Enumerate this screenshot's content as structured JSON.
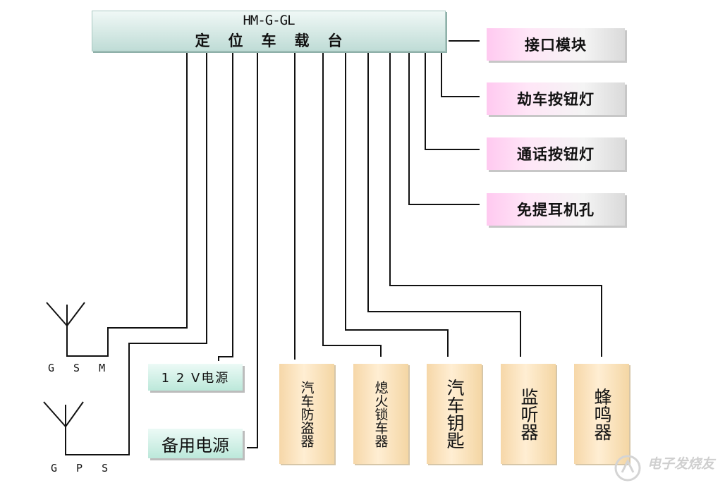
{
  "main_unit": {
    "model": "HM-G-GL",
    "title": "定位车载台"
  },
  "right_modules": [
    "接口模块",
    "劫车按钮灯",
    "通话按钮灯",
    "免提耳机孔"
  ],
  "power": {
    "twelve_volt": "1 2 V电源",
    "backup": "备用电源"
  },
  "bottom_devices": [
    "汽车防盗器",
    "熄火锁车器",
    "汽车钥匙",
    "监听器",
    "蜂鸣器"
  ],
  "antennas": {
    "gsm": "G S M",
    "gps": "G P S"
  },
  "watermark": "电子发烧友",
  "colors": {
    "line": "#111111",
    "main_box": "#cfe6e1",
    "module_pink": "#ffc9f0",
    "power_green": "#c8eee2",
    "device_peach": "#f6d7a8"
  }
}
